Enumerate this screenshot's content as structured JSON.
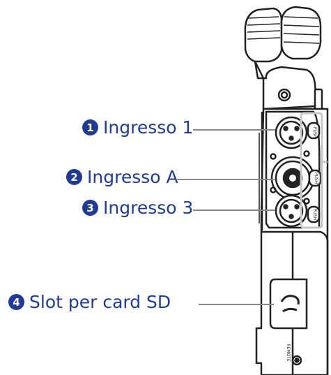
{
  "callouts": [
    {
      "number": "1",
      "label": "Ingresso 1"
    },
    {
      "number": "2",
      "label": "Ingresso A"
    },
    {
      "number": "3",
      "label": "Ingresso 3"
    },
    {
      "number": "4",
      "label": "Slot per card SD"
    }
  ],
  "device": {
    "hint_labels": [
      "PUSH",
      "PUSH",
      "PUSH"
    ],
    "bottom_port_label": "REMOTE"
  },
  "colors": {
    "label": "#1f3b96",
    "outline": "#222222",
    "leader": "#888888",
    "highlight": "#c8c8c8"
  }
}
